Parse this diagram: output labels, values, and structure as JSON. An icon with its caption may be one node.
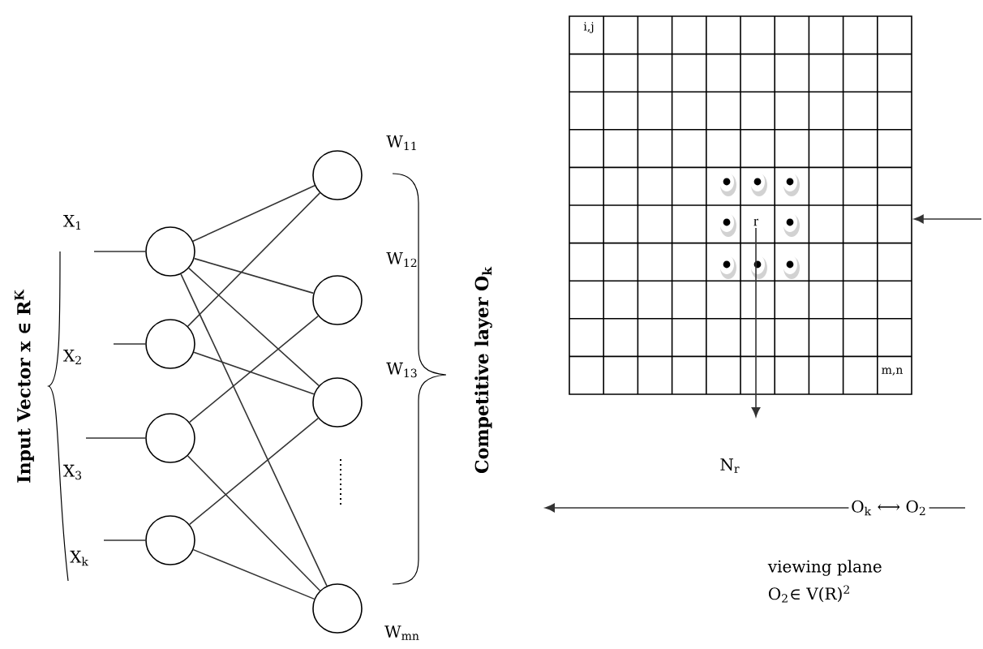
{
  "diagram": {
    "nodes": [
      {
        "text": [],
        "shape": "circle"
      },
      {
        "text": [],
        "shape": "circle"
      },
      {
        "text": [],
        "shape": "circle"
      },
      {
        "text": [],
        "shape": "circle"
      },
      {
        "text": [],
        "shape": "circle"
      },
      {
        "text": [],
        "shape": "circle"
      },
      {
        "text": [],
        "shape": "circle"
      },
      {
        "text": [],
        "shape": "circle"
      },
      {
        "text": [],
        "shape": "grid"
      },
      {
        "text": [
          "r"
        ],
        "in": 8
      },
      {
        "text": [
          "O$_{k}$ ⟷ O$_{2}$"
        ]
      }
    ],
    "edges": [
      {
        "from": null,
        "to": 0,
        "arrow": "none"
      },
      {
        "from": null,
        "to": 1,
        "arrow": "none"
      },
      {
        "from": null,
        "to": 2,
        "arrow": "none"
      },
      {
        "from": null,
        "to": 3,
        "arrow": "none"
      },
      {
        "from": 0,
        "to": 4,
        "arrow": "none"
      },
      {
        "from": 0,
        "to": 5,
        "arrow": "none"
      },
      {
        "from": 0,
        "to": 6,
        "arrow": "none"
      },
      {
        "from": 0,
        "to": 7,
        "arrow": "none"
      },
      {
        "from": 1,
        "to": 4,
        "arrow": "none"
      },
      {
        "from": 1,
        "to": 6,
        "arrow": "none"
      },
      {
        "from": 2,
        "to": 5,
        "arrow": "none"
      },
      {
        "from": 2,
        "to": 7,
        "arrow": "none"
      },
      {
        "from": 3,
        "to": 6,
        "arrow": "none"
      },
      {
        "from": 3,
        "to": 7,
        "arrow": "none"
      },
      {
        "from": null,
        "to": 8,
        "arrow": "to"
      },
      {
        "from": 9,
        "to": null,
        "arrow": "to"
      },
      {
        "from": 10,
        "to": null,
        "arrow": "to"
      },
      {
        "from": null,
        "to": 10,
        "arrow": "none"
      }
    ],
    "labels": [
      "Input  Vector x ∈ R$^{K}$",
      "X$_{1}$",
      "X$_{2}$",
      "X$_{3}$",
      "X$_{k}$",
      "W$_{11}$",
      "W$_{12}$",
      "W$_{13}$",
      "W$_{mn}$",
      "Competitive layer O$_{k}$",
      "i,j",
      "m,n",
      "N$_{r}$",
      "viewing plane",
      "O$_{2}$∈ V(R)$^{2}$"
    ]
  }
}
